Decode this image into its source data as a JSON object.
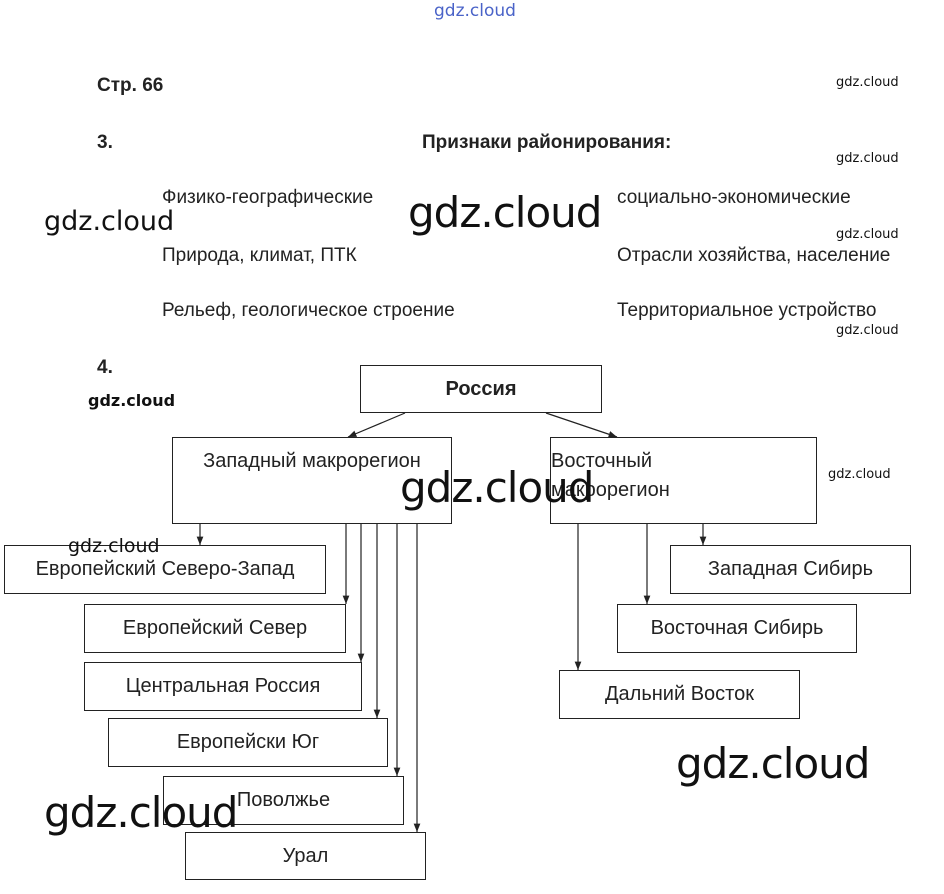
{
  "watermark": {
    "text": "gdz.cloud"
  },
  "page_ref": "Стр. 66",
  "task3": {
    "number": "3.",
    "title": "Признаки районирования:",
    "left_column": [
      "Физико-географические",
      "Природа, климат, ПТК",
      "Рельеф, геологическое строение"
    ],
    "right_column": [
      "социально-экономические",
      "Отрасли хозяйства, население",
      "Территориальное устройство"
    ]
  },
  "task4": {
    "number": "4.",
    "root": "Россия",
    "west": {
      "label": "Западный макрорегион",
      "regions": [
        "Европейский Северо-Запад",
        "Европейский Север",
        "Центральная Россия",
        "Европейски Юг",
        "Поволжье",
        "Урал"
      ]
    },
    "east": {
      "label_line1": "Восточный",
      "label_line2": "макрорегион",
      "regions": [
        "Западная Сибирь",
        "Восточная Сибирь",
        "Дальний Восток"
      ]
    }
  }
}
